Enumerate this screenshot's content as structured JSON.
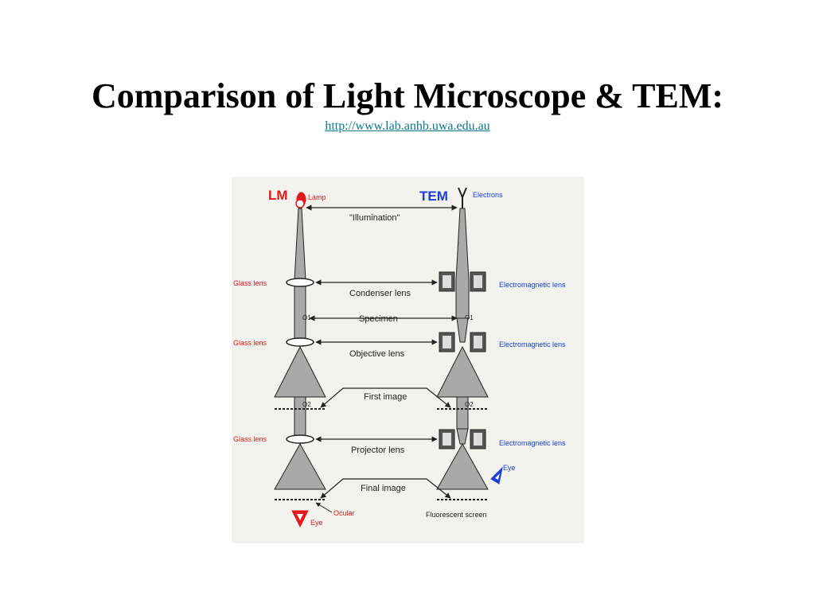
{
  "slide": {
    "title": "Comparison of Light Microscope & TEM:",
    "source_url": "http://www.lab.anhb.uwa.edu.au"
  },
  "diagram": {
    "lm_header": "LM",
    "tem_header": "TEM",
    "lamp": "Lamp",
    "electrons": "Electrons",
    "illumination": "\"Illumination\"",
    "condenser_lens": "Condenser lens",
    "specimen": "Specimen",
    "objective_lens": "Objective lens",
    "first_image": "First image",
    "projector_lens": "Projector lens",
    "final_image": "Final image",
    "glass_lens_1": "Glass lens",
    "glass_lens_2": "Glass lens",
    "glass_lens_3": "Glass lens",
    "em_lens_1": "Electromagnetic lens",
    "em_lens_2": "Electromagnetic lens",
    "em_lens_3": "Electromagnetic lens",
    "eye_lm": "Eye",
    "eye_tem": "Eye",
    "ocular": "Ocular",
    "fluorescent_screen": "Fluorescent screen",
    "o1_lm": "O1",
    "o2_lm": "O2",
    "o1_tem": "O1",
    "o2_tem": "O2",
    "colors": {
      "lm": "#e01b1b",
      "tem": "#1a3fd6",
      "beam": "#a9a9a9",
      "outline": "#222222"
    }
  }
}
